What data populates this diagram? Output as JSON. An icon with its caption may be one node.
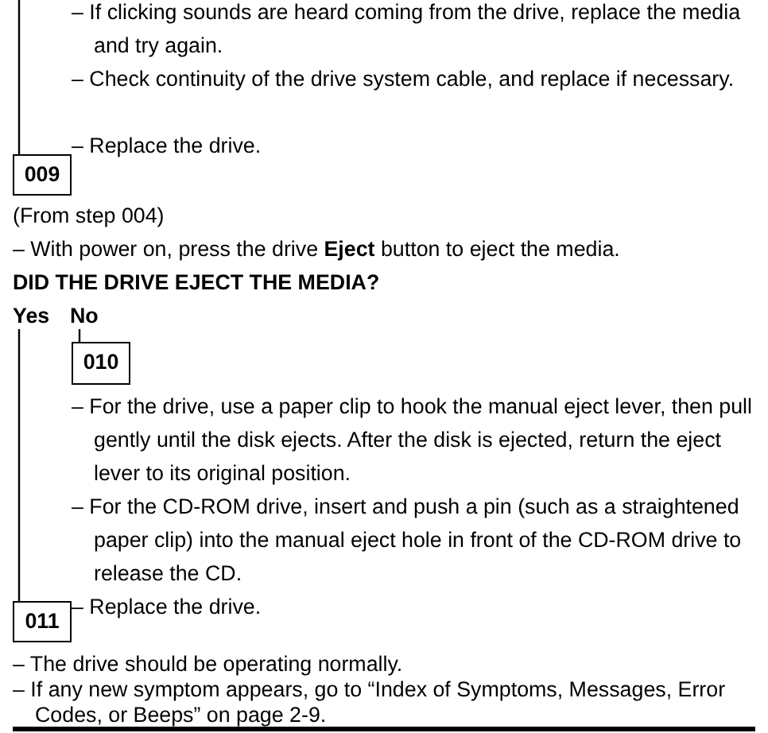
{
  "diagram": {
    "nodes": [
      {
        "text": [
          "009"
        ]
      },
      {
        "text": [
          "Yes"
        ]
      },
      {
        "text": [
          "No"
        ]
      },
      {
        "text": [
          "010"
        ]
      },
      {
        "text": [
          "011"
        ]
      }
    ],
    "edges": [
      {
        "from": null,
        "to": 0,
        "arrow": "none"
      },
      {
        "from": 1,
        "to": 4,
        "arrow": "none"
      },
      {
        "from": 2,
        "to": 3,
        "arrow": "none"
      }
    ],
    "labels": [
      "– If clicking sounds are heard coming from the drive, replace the media and try again.",
      "– Check continuity of the drive system cable, and replace if necessary.",
      "– Replace the drive.",
      "(From step 004)",
      "– With power on, press the drive **Eject** button to eject the media.",
      "DID THE DRIVE EJECT THE MEDIA?",
      "– For the drive, use a paper clip to hook the manual eject lever, then pull gently until the disk ejects. After the disk is ejected, return the eject lever to its original position.",
      "– For the CD-ROM drive, insert and push a pin (such as a straightened paper clip) into the manual eject hole in front of the CD-ROM drive to release the CD.",
      "– Replace the drive.",
      "– The drive should be operating normally.",
      "– If any new symptom appears, go to “Index of Symptoms, Messages, Error Codes, or Beeps” on page 2-9."
    ]
  }
}
